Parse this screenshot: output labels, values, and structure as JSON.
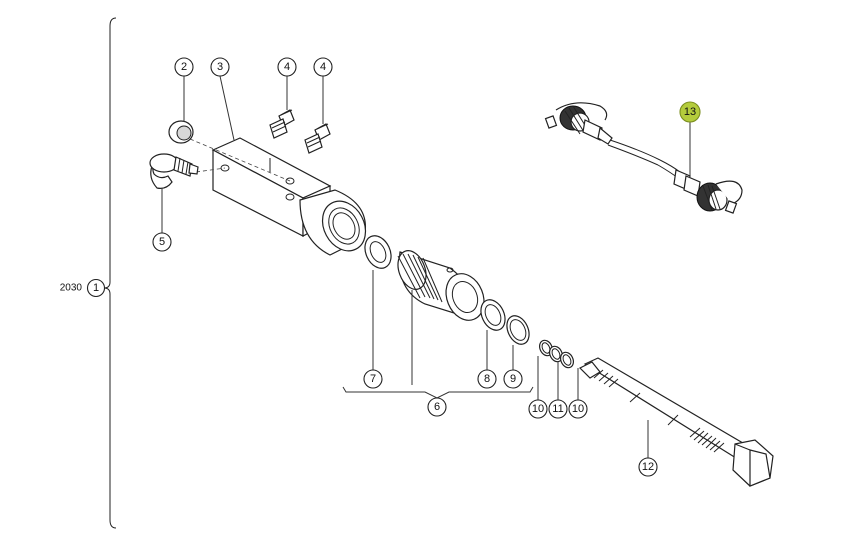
{
  "assembly": {
    "code": "2030",
    "number": "1"
  },
  "callouts": [
    {
      "id": "c2",
      "label": "2"
    },
    {
      "id": "c3",
      "label": "3"
    },
    {
      "id": "c4a",
      "label": "4"
    },
    {
      "id": "c4b",
      "label": "4"
    },
    {
      "id": "c5",
      "label": "5"
    },
    {
      "id": "c6",
      "label": "6"
    },
    {
      "id": "c7",
      "label": "7"
    },
    {
      "id": "c8",
      "label": "8"
    },
    {
      "id": "c9",
      "label": "9"
    },
    {
      "id": "c10a",
      "label": "10"
    },
    {
      "id": "c11",
      "label": "11"
    },
    {
      "id": "c10b",
      "label": "10"
    },
    {
      "id": "c12",
      "label": "12"
    },
    {
      "id": "c13",
      "label": "13",
      "highlighted": true
    }
  ],
  "colors": {
    "highlight": "#b4cc3c",
    "line": "#222222"
  }
}
